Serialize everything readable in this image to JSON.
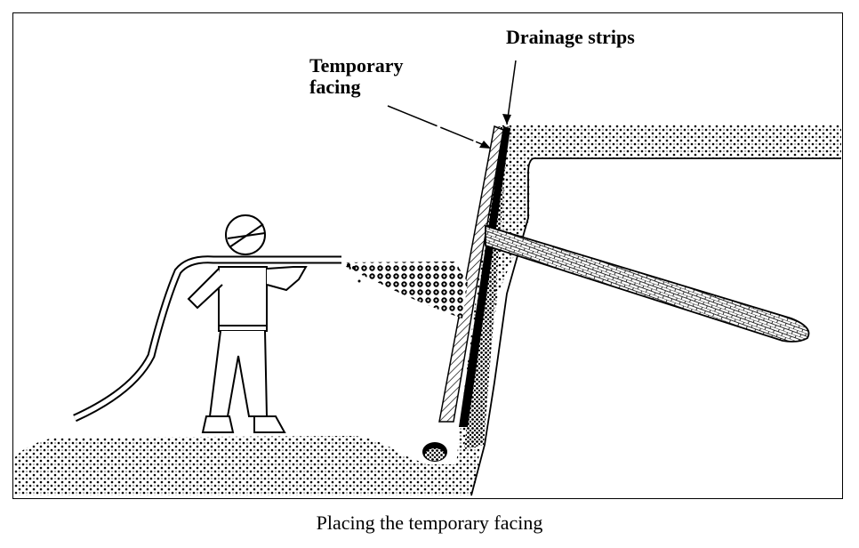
{
  "figure": {
    "labels": {
      "drainage_strips": "Drainage strips",
      "temporary_facing_line1": "Temporary",
      "temporary_facing_line2": "facing"
    },
    "caption": "Placing the temporary facing"
  }
}
